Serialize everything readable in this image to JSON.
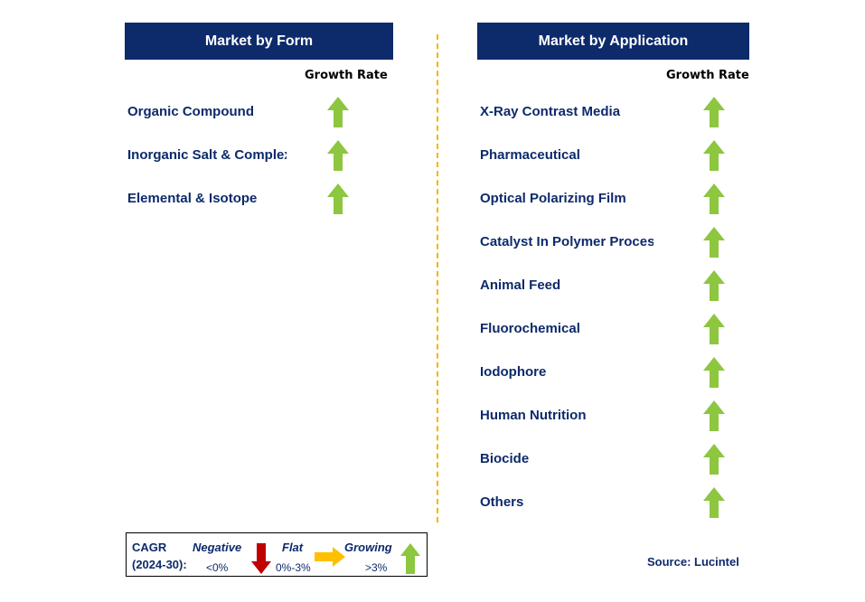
{
  "form_panel": {
    "title": "Market by Form",
    "growth_label": "Growth Rate",
    "items": [
      {
        "label": "Organic Compound",
        "trend": "growing"
      },
      {
        "label": "Inorganic Salt & Complex",
        "trend": "growing"
      },
      {
        "label": "Elemental & Isotope",
        "trend": "growing"
      }
    ]
  },
  "application_panel": {
    "title": "Market by Application",
    "growth_label": "Growth Rate",
    "items": [
      {
        "label": "X-Ray Contrast Media",
        "trend": "growing"
      },
      {
        "label": "Pharmaceutical",
        "trend": "growing"
      },
      {
        "label": "Optical Polarizing Film",
        "trend": "growing"
      },
      {
        "label": "Catalyst In Polymer Process",
        "trend": "growing"
      },
      {
        "label": "Animal Feed",
        "trend": "growing"
      },
      {
        "label": "Fluorochemical",
        "trend": "growing"
      },
      {
        "label": "Iodophore",
        "trend": "growing"
      },
      {
        "label": "Human Nutrition",
        "trend": "growing"
      },
      {
        "label": "Biocide",
        "trend": "growing"
      },
      {
        "label": "Others",
        "trend": "growing"
      }
    ]
  },
  "legend": {
    "cagr_line1": "CAGR",
    "cagr_line2": "(2024-30):",
    "negative_label": "Negative",
    "negative_value": "<0%",
    "flat_label": "Flat",
    "flat_value": "0%-3%",
    "growing_label": "Growing",
    "growing_value": ">3%"
  },
  "source": "Source: Lucintel",
  "colors": {
    "header_bg": "#0d2a6b",
    "text": "#0d2a6b",
    "arrow_up": "#8dc63f",
    "arrow_down": "#c00000",
    "arrow_flat": "#ffc000",
    "divider": "#f5b400"
  }
}
